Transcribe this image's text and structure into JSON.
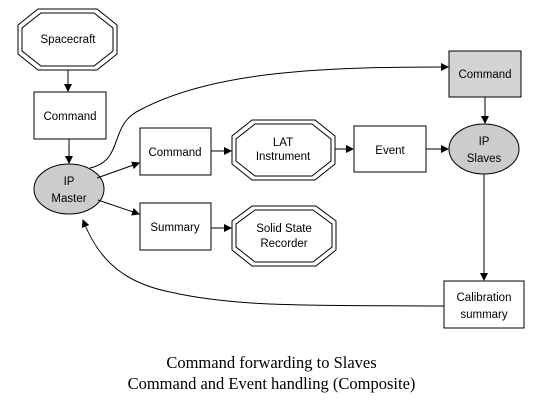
{
  "nodes": {
    "spacecraft": {
      "label": "Spacecraft"
    },
    "command_left": {
      "label": "Command"
    },
    "ip_master": {
      "lines": [
        "IP",
        "Master"
      ]
    },
    "command_mid": {
      "label": "Command"
    },
    "summary": {
      "label": "Summary"
    },
    "lat_instrument": {
      "lines": [
        "LAT",
        "Instrument"
      ]
    },
    "solid_state_recorder": {
      "lines": [
        "Solid State",
        "Recorder"
      ]
    },
    "event": {
      "label": "Event"
    },
    "command_right": {
      "label": "Command"
    },
    "ip_slaves": {
      "lines": [
        "IP",
        "Slaves"
      ]
    },
    "calibration_summary": {
      "lines": [
        "Calibration",
        "summary"
      ]
    }
  },
  "caption": {
    "line1": "Command forwarding to Slaves",
    "line2": "Command and Event handling (Composite)"
  },
  "colors": {
    "stroke": "#000000",
    "ellipse_fill": "#cccccc",
    "shaded_box_fill": "#d3d3d3",
    "box_fill": "#ffffff"
  }
}
